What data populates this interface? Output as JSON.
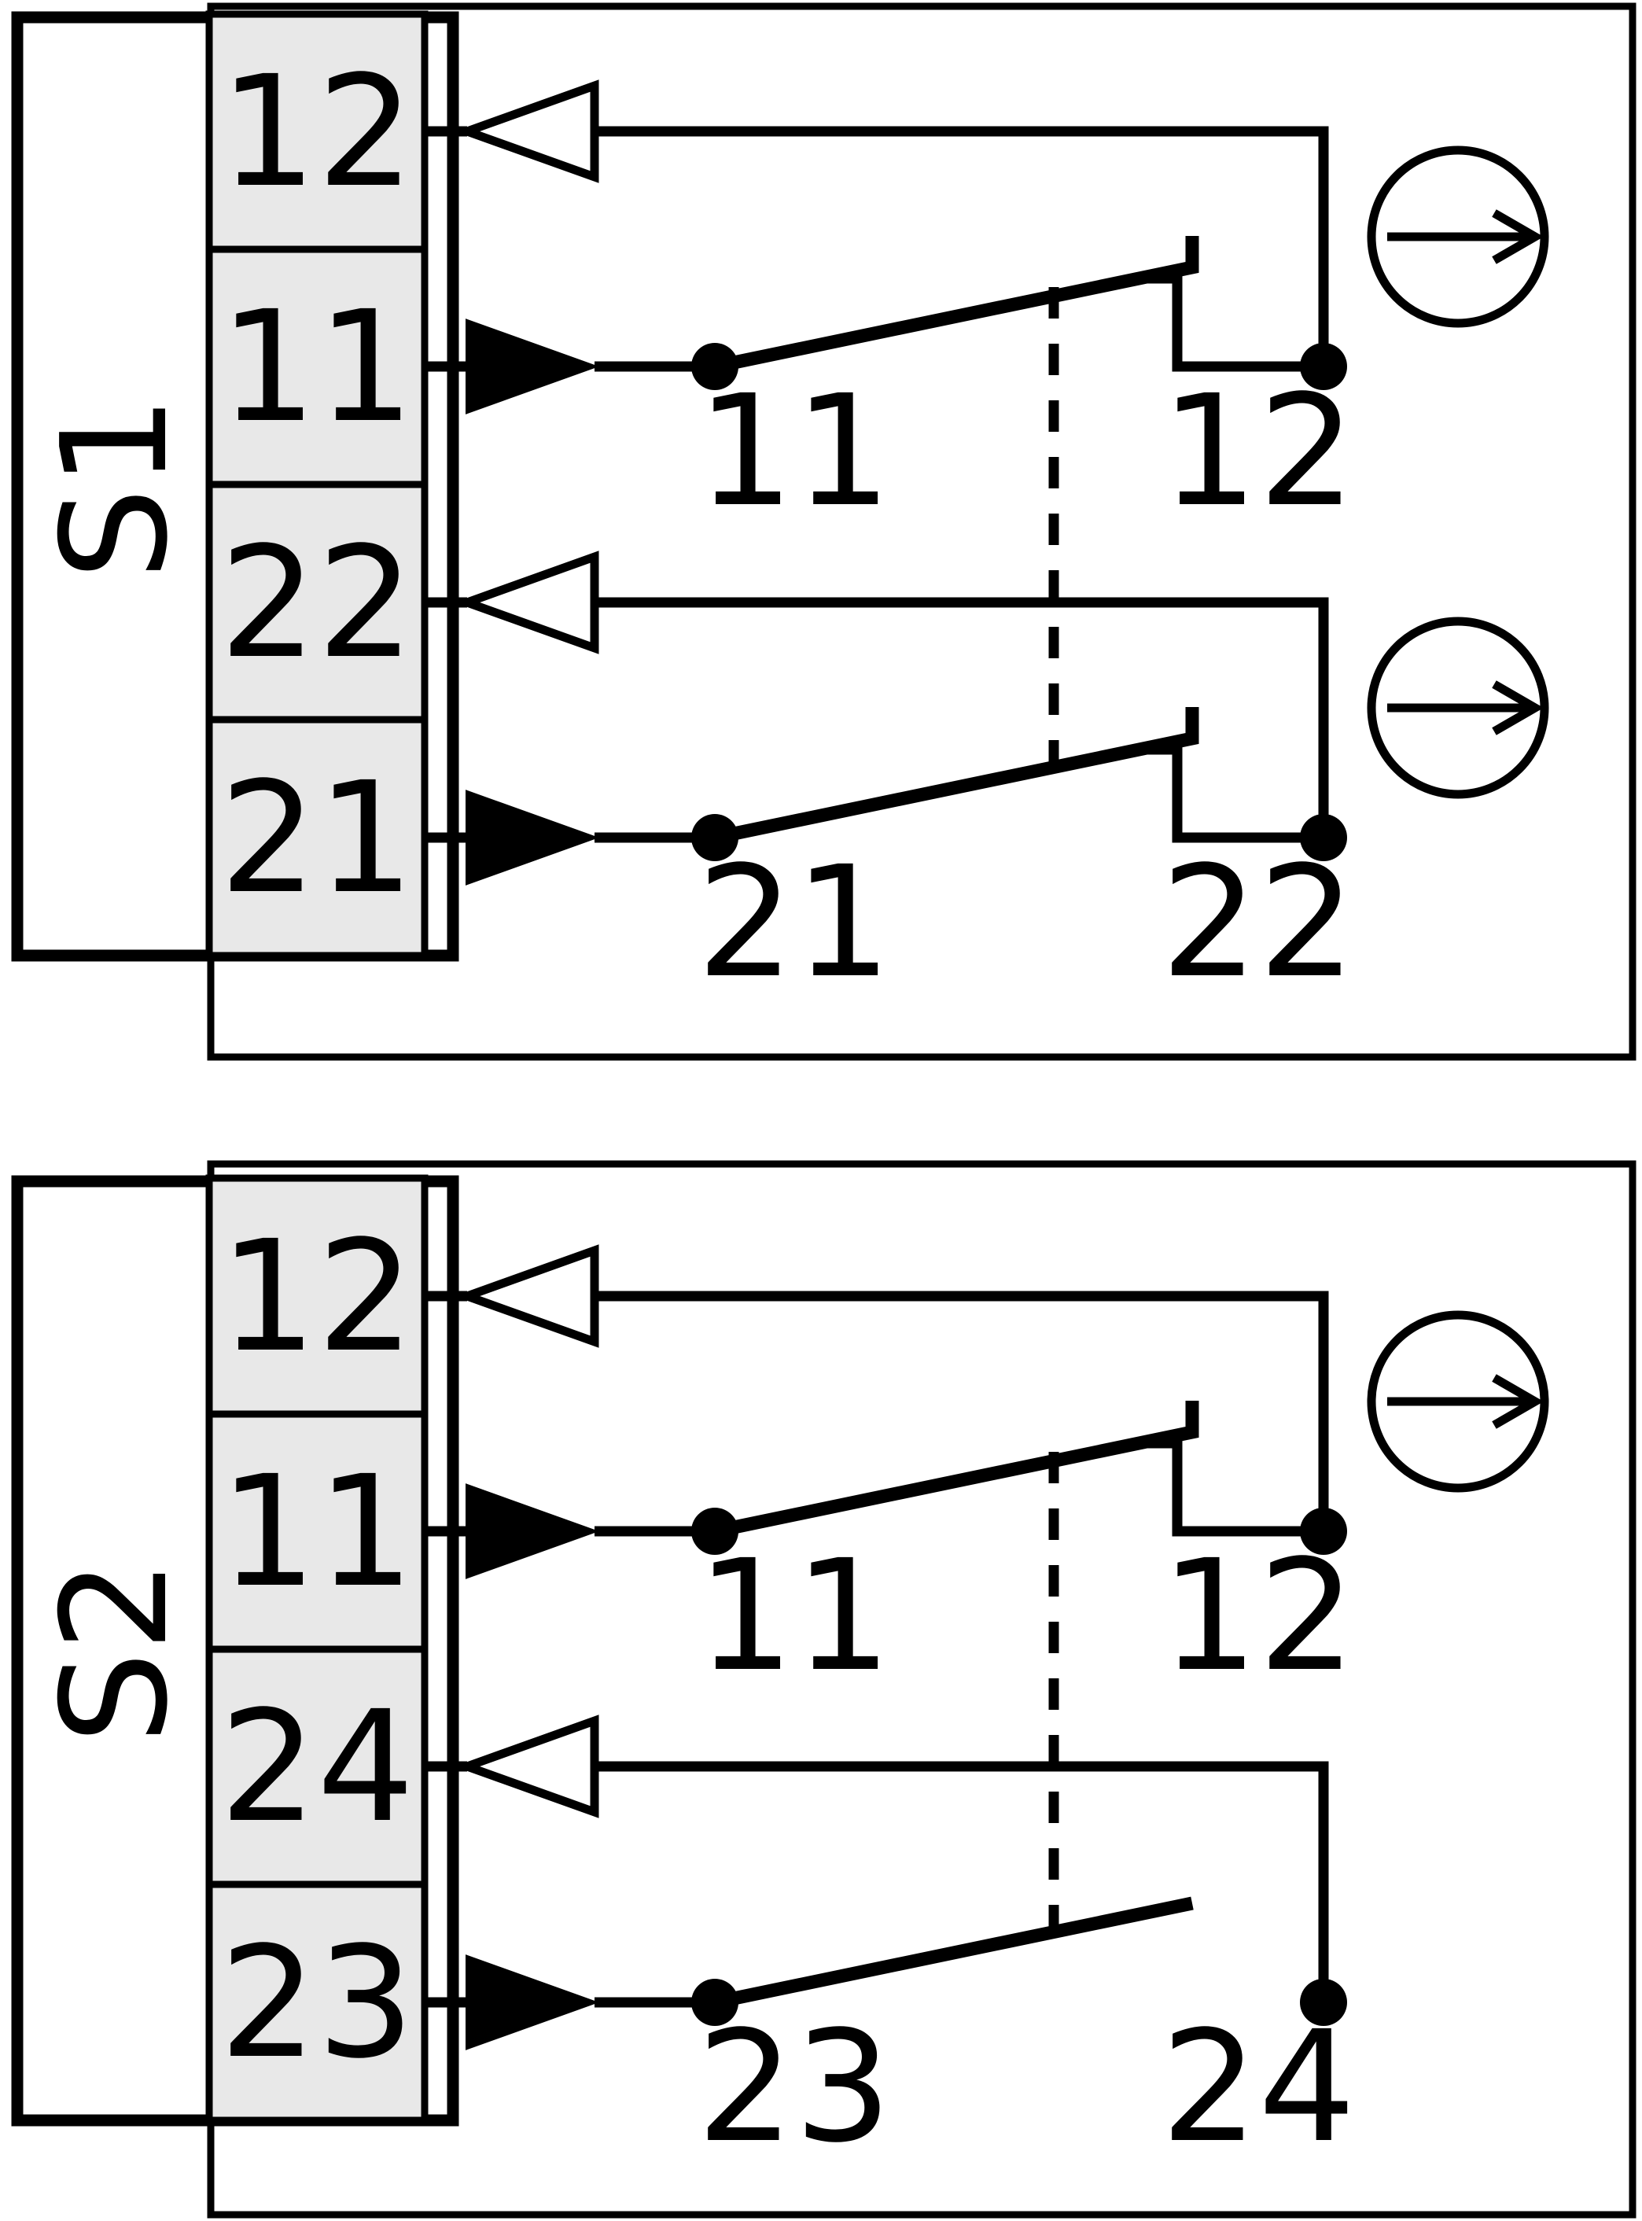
{
  "colors": {
    "line": "#000000",
    "terminal_fill": "#e8e8e8",
    "background": "#ffffff"
  },
  "diagrams": [
    {
      "switch_label": "S1",
      "terminals": [
        "12",
        "11",
        "22",
        "21"
      ],
      "contacts": [
        {
          "type": "nc-positive-opening",
          "left_label": "11",
          "right_label": "12"
        },
        {
          "type": "nc-positive-opening",
          "left_label": "21",
          "right_label": "22"
        }
      ]
    },
    {
      "switch_label": "S2",
      "terminals": [
        "12",
        "11",
        "24",
        "23"
      ],
      "contacts": [
        {
          "type": "nc-positive-opening",
          "left_label": "11",
          "right_label": "12"
        },
        {
          "type": "normally-open",
          "left_label": "23",
          "right_label": "24"
        }
      ]
    }
  ]
}
